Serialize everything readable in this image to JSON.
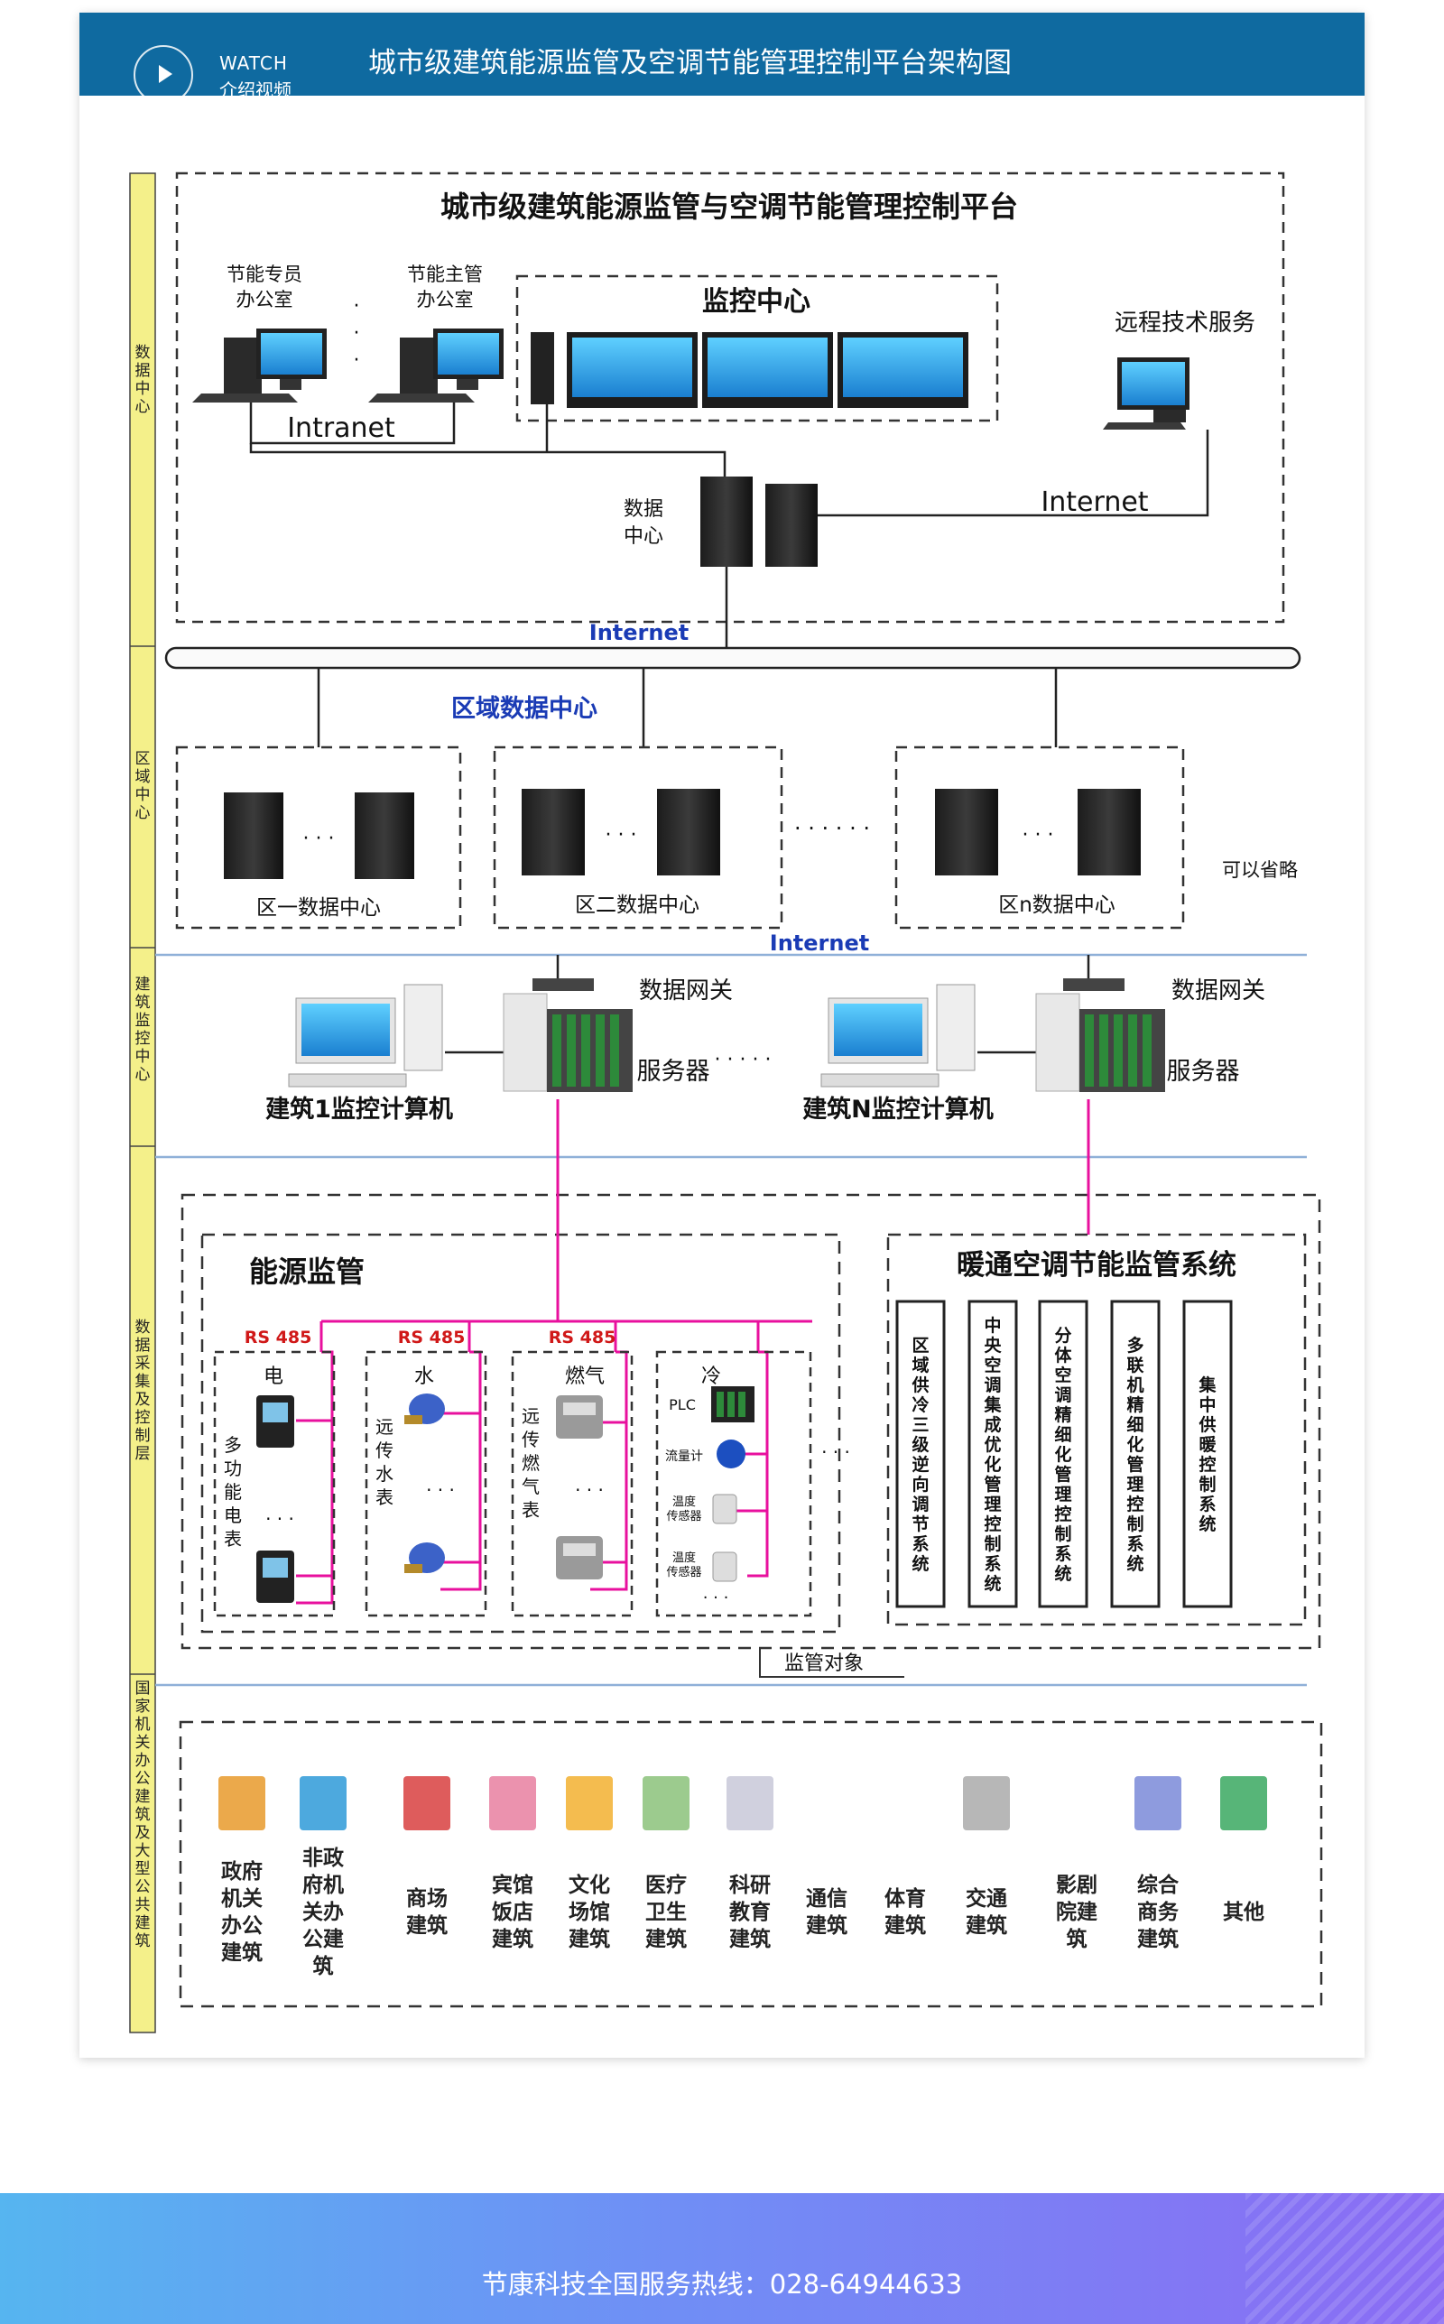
{
  "header": {
    "watch_label": "WATCH",
    "video_label": "介绍视频",
    "title": "城市级建筑能源监管及空调节能管理控制平台架构图"
  },
  "layers": [
    {
      "label": "数据中心"
    },
    {
      "label": "区域中心"
    },
    {
      "label": "建筑监控中心"
    },
    {
      "label": "数据采集及控制层"
    },
    {
      "label": "国家机关办公建筑及大型公共建筑"
    }
  ],
  "platform": {
    "title": "城市级建筑能源监管与空调节能管理控制平台",
    "office1": [
      "节能专员",
      "办公室"
    ],
    "office2": [
      "节能主管",
      "办公室"
    ],
    "monitor_center": "监控中心",
    "remote": "远程技术服务",
    "intranet": "Intranet",
    "internet": "Internet",
    "datacenter": [
      "数据",
      "中心"
    ],
    "bus_internet": "Internet"
  },
  "regional": {
    "title": "区域数据中心",
    "centers": [
      "区一数据中心",
      "区二数据中心",
      "区n数据中心"
    ],
    "omit": "可以省略",
    "internet": "Internet",
    "dots": "· · ·",
    "dots_long": "· · · · · ·"
  },
  "building": {
    "gateway": "数据网关",
    "server": "服务器",
    "pc1": "建筑1监控计算机",
    "pcN": "建筑N监控计算机",
    "dots": "· · · · ·"
  },
  "acquisition": {
    "energy_title": "能源监管",
    "rs485": "RS 485",
    "elec": "电",
    "water": "水",
    "gas": "燃气",
    "cold": "冷",
    "elec_meter": [
      "多",
      "功",
      "能",
      "电",
      "表"
    ],
    "water_meter": [
      "远",
      "传",
      "水",
      "表"
    ],
    "gas_meter": [
      "远",
      "传",
      "燃",
      "气",
      "表"
    ],
    "plc": "PLC",
    "flowmeter": "流量计",
    "temp1": [
      "温度",
      "传感器"
    ],
    "temp2": [
      "温度",
      "传感器"
    ],
    "dots": "· · ·",
    "hvac_title": "暖通空调节能监管系统",
    "hvac_systems": [
      {
        "text": "区域供冷三级逆向调节系统"
      },
      {
        "text": "中央空调集成优化管理控制系统"
      },
      {
        "text": "分体空调精细化管理控制系统"
      },
      {
        "text": "多联机精细化管理控制系统"
      },
      {
        "text": "集中供暖控制系统"
      }
    ],
    "supervised": "监管对象"
  },
  "buildings": [
    {
      "lines": [
        "政府",
        "机关",
        "办公",
        "建筑"
      ]
    },
    {
      "lines": [
        "非政",
        "府机",
        "关办",
        "公建",
        "筑"
      ]
    },
    {
      "lines": [
        "商场",
        "建筑"
      ]
    },
    {
      "lines": [
        "宾馆",
        "饭店",
        "建筑"
      ]
    },
    {
      "lines": [
        "文化",
        "场馆",
        "建筑"
      ]
    },
    {
      "lines": [
        "医疗",
        "卫生",
        "建筑"
      ]
    },
    {
      "lines": [
        "科研",
        "教育",
        "建筑"
      ]
    },
    {
      "lines": [
        "通信",
        "建筑"
      ]
    },
    {
      "lines": [
        "体育",
        "建筑"
      ]
    },
    {
      "lines": [
        "交通",
        "建筑"
      ]
    },
    {
      "lines": [
        "影剧",
        "院建",
        "筑"
      ]
    },
    {
      "lines": [
        "综合",
        "商务",
        "建筑"
      ]
    },
    {
      "lines": [
        "其他"
      ]
    }
  ],
  "footer": {
    "hotline": "节康科技全国服务热线：028-64944633"
  },
  "colors": {
    "header": "#0f6aa0",
    "layer_bar": "#f4f08a",
    "internet_text": "#1a3bb5",
    "magenta": "#e8109e",
    "rs485_red": "#d01818",
    "separator": "#8fb0d8"
  }
}
